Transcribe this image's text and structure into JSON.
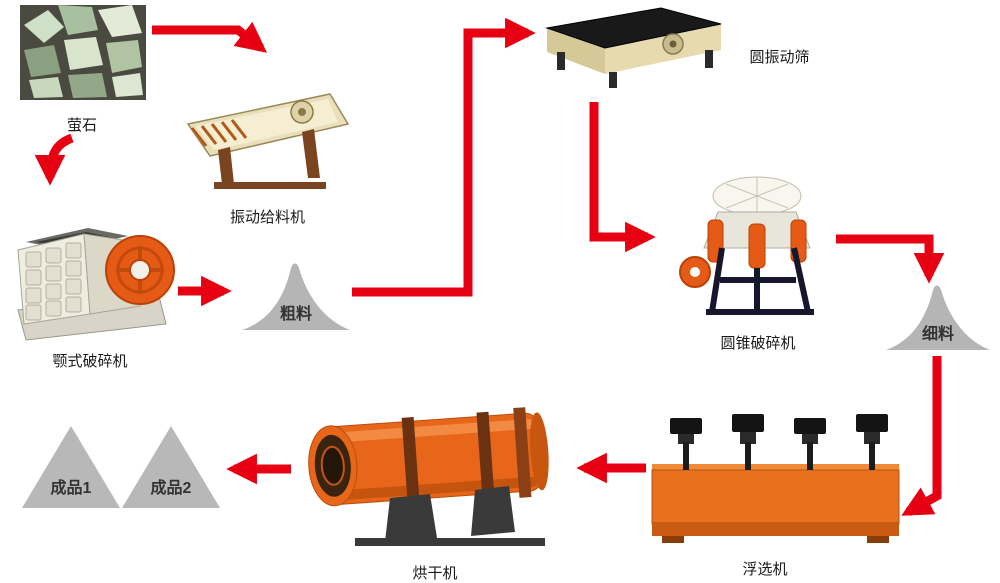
{
  "colors": {
    "background": "#ffffff",
    "arrow": "#e60012",
    "cone_fill": "#b5b5b5",
    "triangle_fill": "#b8b8b8",
    "label_text": "#1a1a1a",
    "pile_label_text": "#333333",
    "machine_orange": "#e8641c",
    "machine_beige": "#e9dfbb",
    "machine_dark": "#1a1a1a"
  },
  "nodes": {
    "fluorite": {
      "label": "萤石"
    },
    "vibrating_feeder": {
      "label": "振动给料机"
    },
    "circular_vibrating_screen": {
      "label": "圆振动筛"
    },
    "jaw_crusher": {
      "label": "颚式破碎机"
    },
    "coarse_material": {
      "label": "粗料"
    },
    "cone_crusher": {
      "label": "圆锥破碎机"
    },
    "fine_material": {
      "label": "细料"
    },
    "flotation_machine": {
      "label": "浮选机"
    },
    "dryer": {
      "label": "烘干机"
    },
    "product_1": {
      "label": "成品1"
    },
    "product_2": {
      "label": "成品2"
    }
  },
  "edges": [
    {
      "from": "fluorite",
      "to": "vibrating_feeder"
    },
    {
      "from": "fluorite",
      "to": "jaw_crusher"
    },
    {
      "from": "jaw_crusher",
      "to": "coarse_material"
    },
    {
      "from": "coarse_material",
      "to": "circular_vibrating_screen"
    },
    {
      "from": "circular_vibrating_screen",
      "to": "cone_crusher"
    },
    {
      "from": "cone_crusher",
      "to": "fine_material"
    },
    {
      "from": "fine_material",
      "to": "flotation_machine"
    },
    {
      "from": "flotation_machine",
      "to": "dryer"
    },
    {
      "from": "dryer",
      "to": "product_2"
    }
  ]
}
